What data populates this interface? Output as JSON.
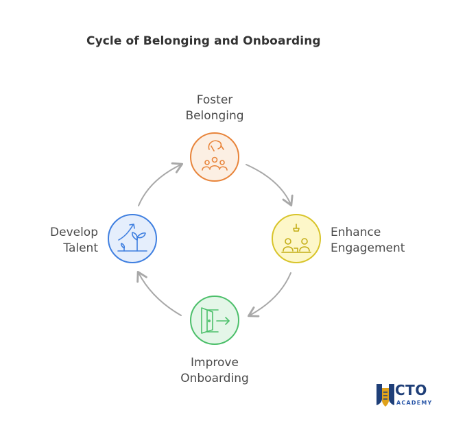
{
  "title": "Cycle of Belonging and Onboarding",
  "nodes": [
    {
      "id": "foster",
      "line1": "Foster",
      "line2": "Belonging",
      "color": "#e8843a",
      "fill": "#fcefe3",
      "icon": "team-support-icon"
    },
    {
      "id": "enhance",
      "line1": "Enhance",
      "line2": "Engagement",
      "color": "#d8c42a",
      "fill": "#fdf7c9",
      "icon": "meeting-icon"
    },
    {
      "id": "improve",
      "line1": "Improve",
      "line2": "Onboarding",
      "color": "#4cbf6a",
      "fill": "#e4f6e8",
      "icon": "door-entry-icon"
    },
    {
      "id": "develop",
      "line1": "Develop",
      "line2": "Talent",
      "color": "#3f7fe0",
      "fill": "#e5eefc",
      "icon": "growth-plant-icon"
    }
  ],
  "arrow_color": "#a8a8a8",
  "logo": {
    "text": "CTO",
    "subtext": "ACADEMY",
    "color": "#1f3f78"
  }
}
